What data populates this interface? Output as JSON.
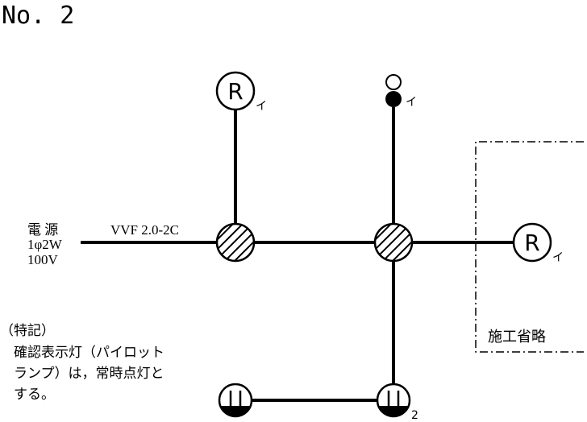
{
  "title": "No. 2",
  "source": {
    "line1": "電 源",
    "line2": "1φ2W",
    "line3": "100V"
  },
  "cable_label": "VVF 2.0-2C",
  "lamp_symbol": "R",
  "lamp_suffix": "イ",
  "switch_suffix": "イ",
  "outlet_suffix": "2",
  "construction_omitted": "施工省略",
  "note": {
    "heading": "（特記）",
    "line1": "確認表示灯（パイロット",
    "line2": "ランプ）は，常時点灯と",
    "line3": "する。"
  }
}
